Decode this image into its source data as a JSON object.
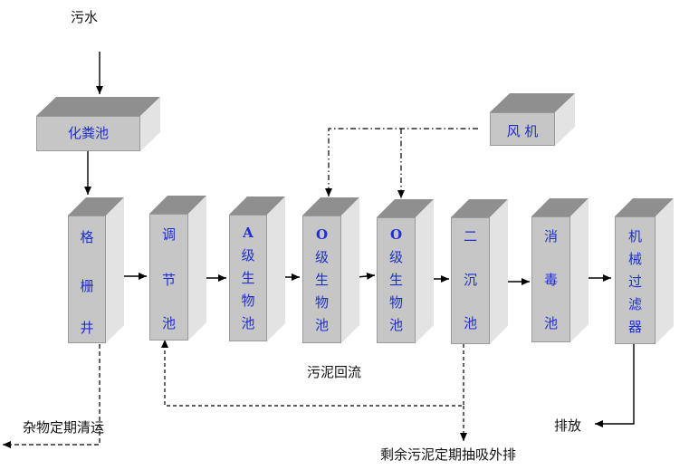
{
  "labels": {
    "input": "污水",
    "sludge_return": "污泥回流",
    "debris_removal": "杂物定期清运",
    "excess_sludge": "剩余污泥定期抽吸外排",
    "discharge": "排放"
  },
  "boxes": {
    "septic": "化粪池",
    "blower": "风 机",
    "grille": [
      "格",
      "栅",
      "井"
    ],
    "regulating": [
      "调",
      "节",
      "池"
    ],
    "a_tank": [
      "A",
      "级",
      "生",
      "物",
      "池"
    ],
    "o_tank_1": [
      "O",
      "级",
      "生",
      "物",
      "池"
    ],
    "o_tank_2": [
      "O",
      "级",
      "生",
      "物",
      "池"
    ],
    "secondary": [
      "二",
      "沉",
      "池"
    ],
    "disinfection": [
      "消",
      "毒",
      "池"
    ],
    "filter": [
      "机",
      "械",
      "过",
      "滤",
      "器"
    ]
  },
  "colors": {
    "box_face": "#c6c6c6",
    "box_top": "#8f8f8f",
    "box_side": "#e3e3e3",
    "box_text": "#1f2fd0",
    "line": "#000000"
  }
}
